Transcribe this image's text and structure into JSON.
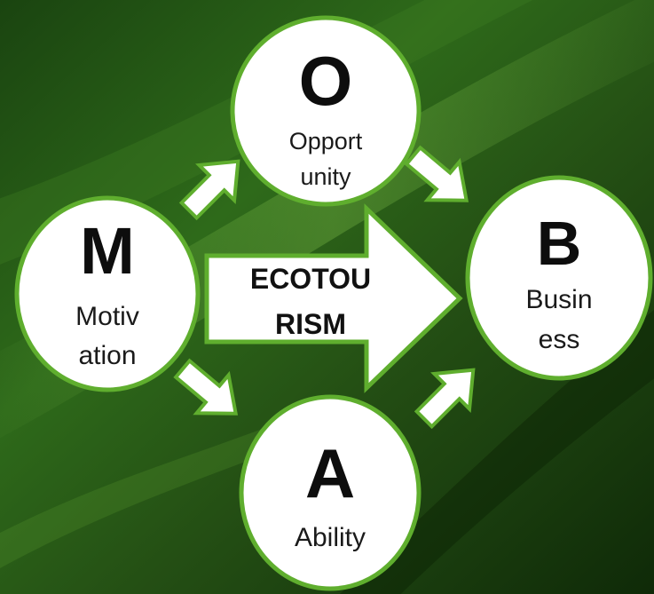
{
  "colors": {
    "accent_green": "#5fae2e",
    "background_green": "#1f4d12",
    "node_fill": "#ffffff"
  },
  "center": {
    "line1": "ECOTOU",
    "line2": "RISM"
  },
  "nodes": {
    "opportunity": {
      "letter": "O",
      "label_line1": "Opport",
      "label_line2": "unity"
    },
    "motivation": {
      "letter": "M",
      "label_line1": "Motiv",
      "label_line2": "ation"
    },
    "business": {
      "letter": "B",
      "label_line1": "Busin",
      "label_line2": "ess"
    },
    "ability": {
      "letter": "A",
      "label_line1": "Ability"
    }
  }
}
